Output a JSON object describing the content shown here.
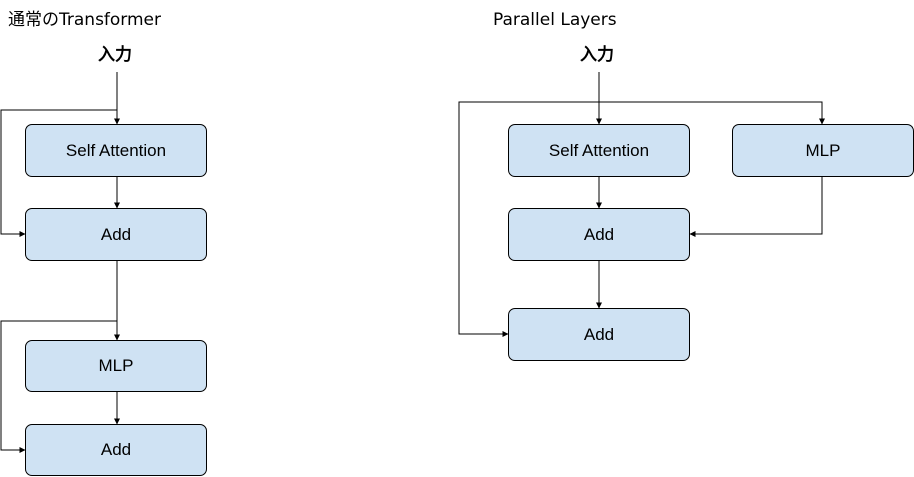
{
  "left_diagram": {
    "title": "通常のTransformer",
    "input_label": "入力",
    "nodes": {
      "self_attention": "Self Attention",
      "add_1": "Add",
      "mlp": "MLP",
      "add_2": "Add"
    }
  },
  "right_diagram": {
    "title": "Parallel Layers",
    "input_label": "入力",
    "nodes": {
      "self_attention": "Self Attention",
      "mlp": "MLP",
      "add_1": "Add",
      "add_2": "Add"
    }
  },
  "colors": {
    "node_fill": "#cfe2f3",
    "node_border": "#000000",
    "edge": "#000000"
  }
}
